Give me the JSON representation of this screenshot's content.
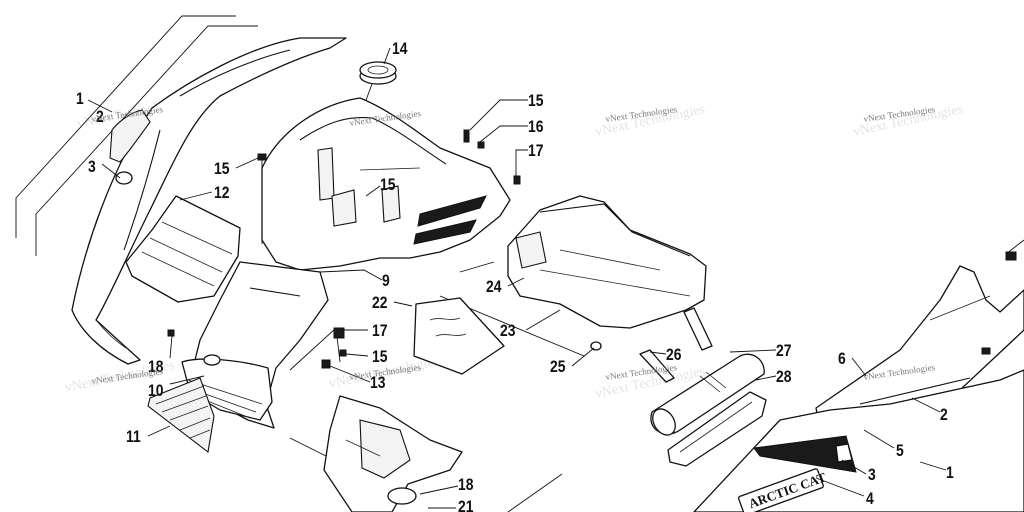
{
  "callouts": [
    {
      "id": "c1a",
      "label": "1"
    },
    {
      "id": "c2a",
      "label": "2"
    },
    {
      "id": "c3a",
      "label": "3"
    },
    {
      "id": "c12",
      "label": "12"
    },
    {
      "id": "c14",
      "label": "14"
    },
    {
      "id": "c15a",
      "label": "15"
    },
    {
      "id": "c15b",
      "label": "15"
    },
    {
      "id": "c15c",
      "label": "15"
    },
    {
      "id": "c15d",
      "label": "15"
    },
    {
      "id": "c16",
      "label": "16"
    },
    {
      "id": "c17a",
      "label": "17"
    },
    {
      "id": "c17b",
      "label": "17"
    },
    {
      "id": "c9",
      "label": "9"
    },
    {
      "id": "c22",
      "label": "22"
    },
    {
      "id": "c23",
      "label": "23"
    },
    {
      "id": "c24",
      "label": "24"
    },
    {
      "id": "c25",
      "label": "25"
    },
    {
      "id": "c26",
      "label": "26"
    },
    {
      "id": "c27",
      "label": "27"
    },
    {
      "id": "c28",
      "label": "28"
    },
    {
      "id": "c18a",
      "label": "18"
    },
    {
      "id": "c10",
      "label": "10"
    },
    {
      "id": "c13",
      "label": "13"
    },
    {
      "id": "c11",
      "label": "11"
    },
    {
      "id": "c18b",
      "label": "18"
    },
    {
      "id": "c21",
      "label": "21"
    },
    {
      "id": "c6",
      "label": "6"
    },
    {
      "id": "c2b",
      "label": "2"
    },
    {
      "id": "c5",
      "label": "5"
    },
    {
      "id": "c3b",
      "label": "3"
    },
    {
      "id": "c4",
      "label": "4"
    },
    {
      "id": "c1b",
      "label": "1"
    }
  ],
  "watermark": "vNext Technologies",
  "decal_text": "ARCTIC CAT"
}
